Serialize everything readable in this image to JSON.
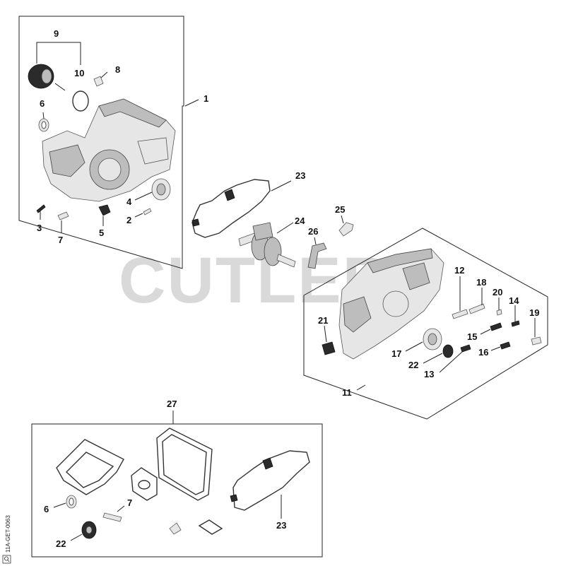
{
  "watermark": "CUTLERS",
  "side_code": "11A-GET-0063",
  "side_icon": "zoom-in-icon",
  "groups": {
    "crankcase_left": {
      "label": "1"
    },
    "crankcase_right": {
      "label": "11"
    },
    "gasket_set": {
      "label": "27"
    }
  },
  "callouts": {
    "p9": "9",
    "p10": "10",
    "p8": "8",
    "p1": "1",
    "p6": "6",
    "p4": "4",
    "p2": "2",
    "p3": "3",
    "p7": "7",
    "p5": "5",
    "p23": "23",
    "p24": "24",
    "p25": "25",
    "p26": "26",
    "p12": "12",
    "p18": "18",
    "p20": "20",
    "p14": "14",
    "p19": "19",
    "p21": "21",
    "p15": "15",
    "p16": "16",
    "p17": "17",
    "p22": "22",
    "p13": "13",
    "g6": "6",
    "g7": "7",
    "g22": "22",
    "g23": "23"
  }
}
